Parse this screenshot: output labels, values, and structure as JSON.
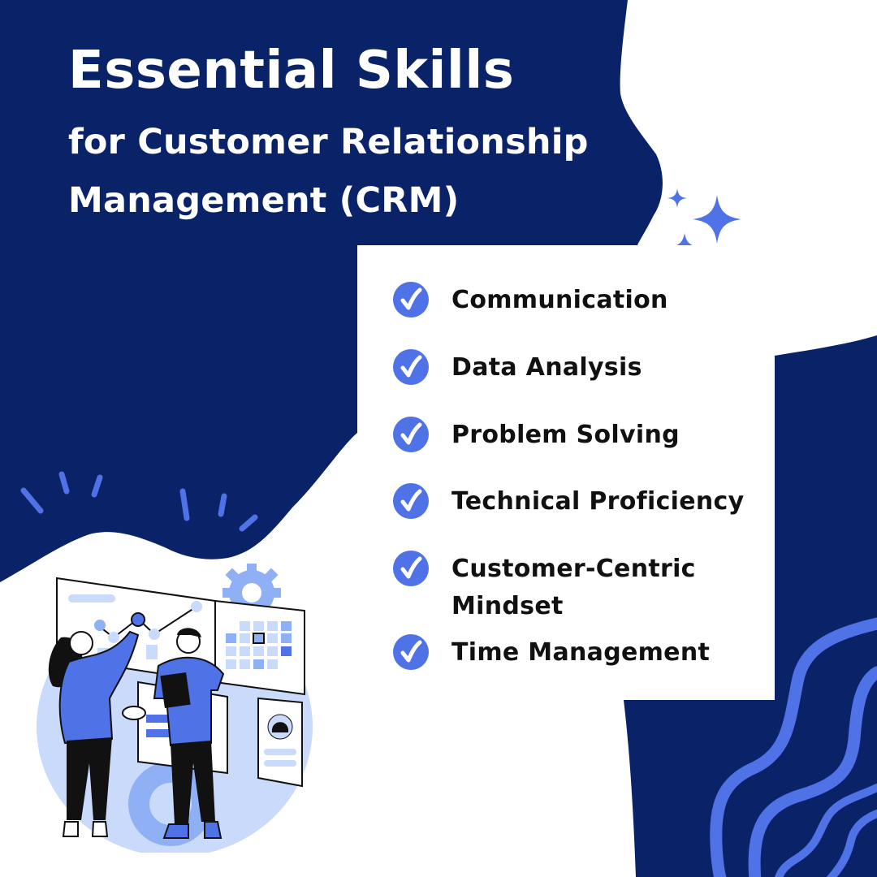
{
  "header": {
    "title_line1": "Essential Skills",
    "title_line2": "for Customer Relationship",
    "title_line3": "Management (CRM)"
  },
  "skills": {
    "items": [
      {
        "label": "Communication",
        "icon": "check-circle-icon"
      },
      {
        "label": "Data Analysis",
        "icon": "check-circle-icon"
      },
      {
        "label": "Problem Solving",
        "icon": "check-circle-icon"
      },
      {
        "label": "Technical Proficiency",
        "icon": "check-circle-icon"
      },
      {
        "label": "Customer-Centric",
        "label_line2": "Mindset",
        "icon": "check-circle-icon"
      },
      {
        "label": "Time Management",
        "icon": "check-circle-icon"
      }
    ]
  },
  "colors": {
    "navy": "#0A2368",
    "accent": "#4F72E6",
    "light_accent": "#C9DAFB",
    "text": "#111111",
    "white": "#FFFFFF"
  },
  "decorations": {
    "sparkles": "sparkle-icon",
    "illustration": "two-people-handshake-dashboard",
    "waves": "wave-lines"
  }
}
